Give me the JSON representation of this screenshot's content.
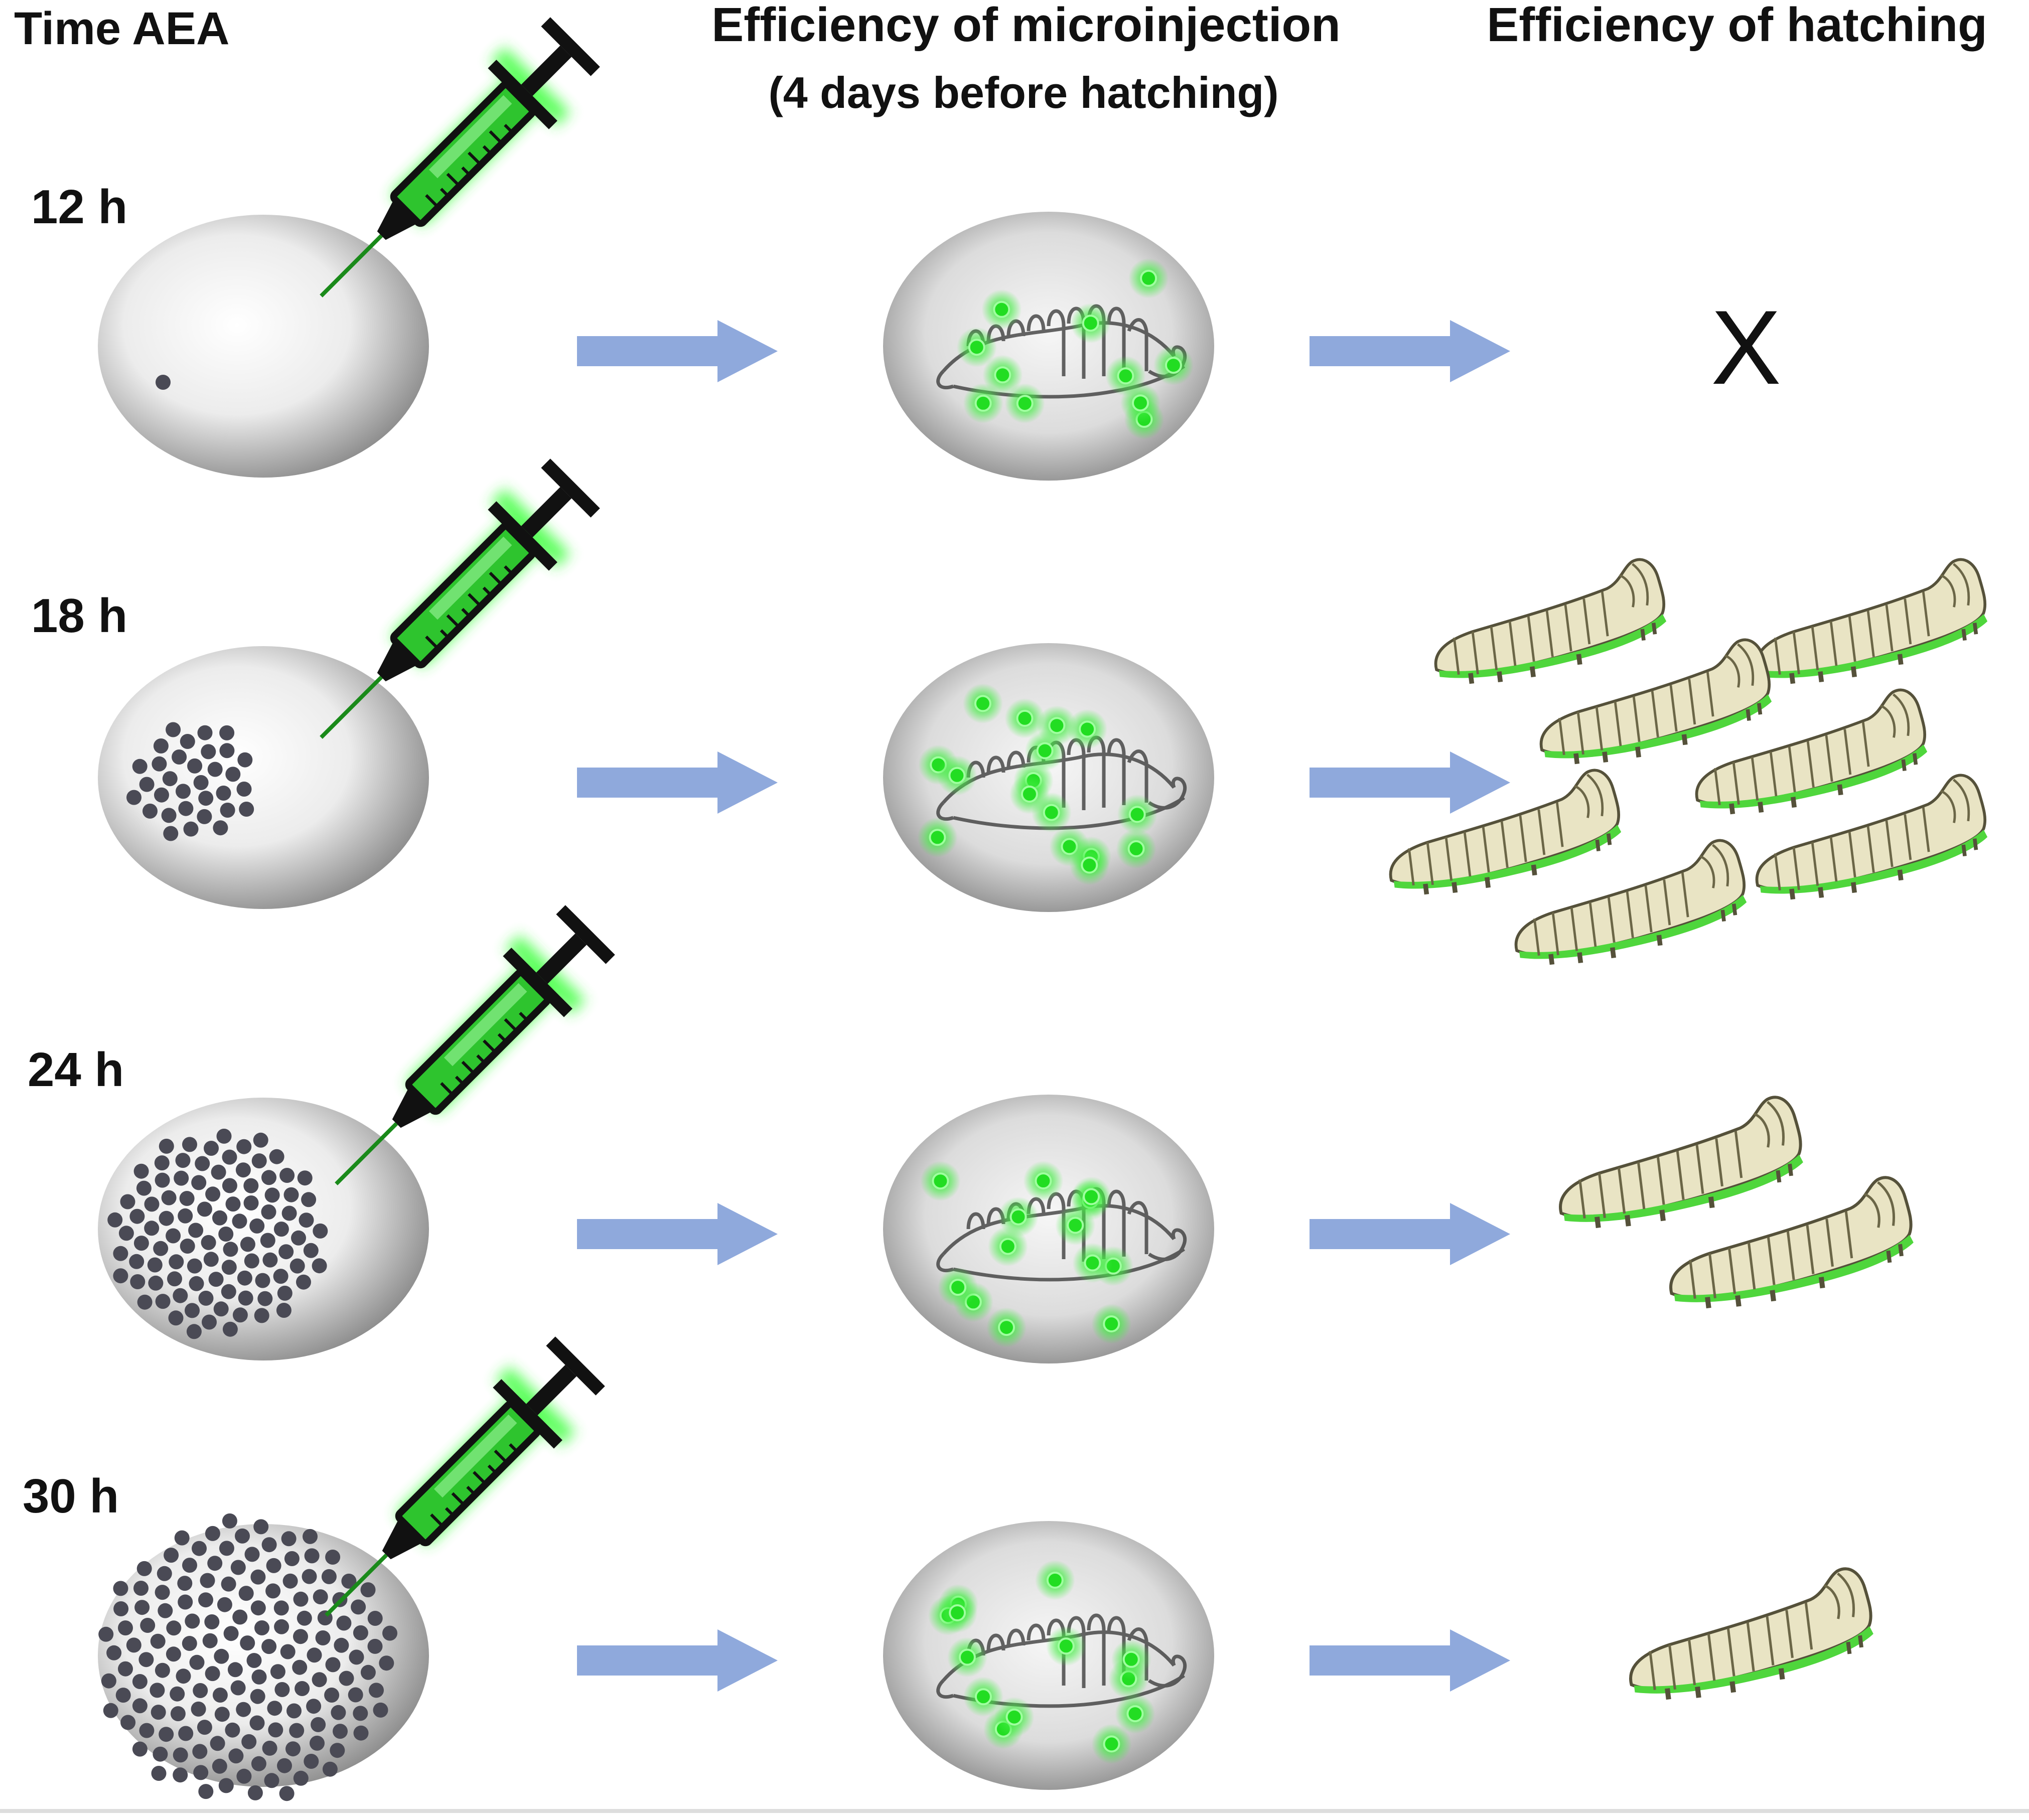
{
  "headers": {
    "time": "Time AEA",
    "microinjection": "Efficiency of microinjection",
    "microinjection_note": "(4 days before hatching)",
    "hatching": "Efficiency of hatching"
  },
  "rows": [
    {
      "time_label": "12 h",
      "nuclei_count": 1,
      "fluorescent_cells": 11,
      "hatched_larvae": 0,
      "no_hatch_mark": "X"
    },
    {
      "time_label": "18 h",
      "nuclei_count": 32,
      "fluorescent_cells": 16,
      "hatched_larvae": 7,
      "no_hatch_mark": ""
    },
    {
      "time_label": "24 h",
      "nuclei_count": 100,
      "fluorescent_cells": 13,
      "hatched_larvae": 2,
      "no_hatch_mark": ""
    },
    {
      "time_label": "30 h",
      "nuclei_count": 160,
      "fluorescent_cells": 13,
      "hatched_larvae": 1,
      "no_hatch_mark": ""
    }
  ],
  "colors": {
    "arrow": "#8fa9dc",
    "fluorescence": "#22dd22",
    "larva_body": "#e9e4c4",
    "nucleus": "#4a4a55",
    "egg_shade": "#8c8c8c"
  },
  "icons": [
    "syringe-icon",
    "embryo-egg",
    "silkworm-larva-icon"
  ]
}
